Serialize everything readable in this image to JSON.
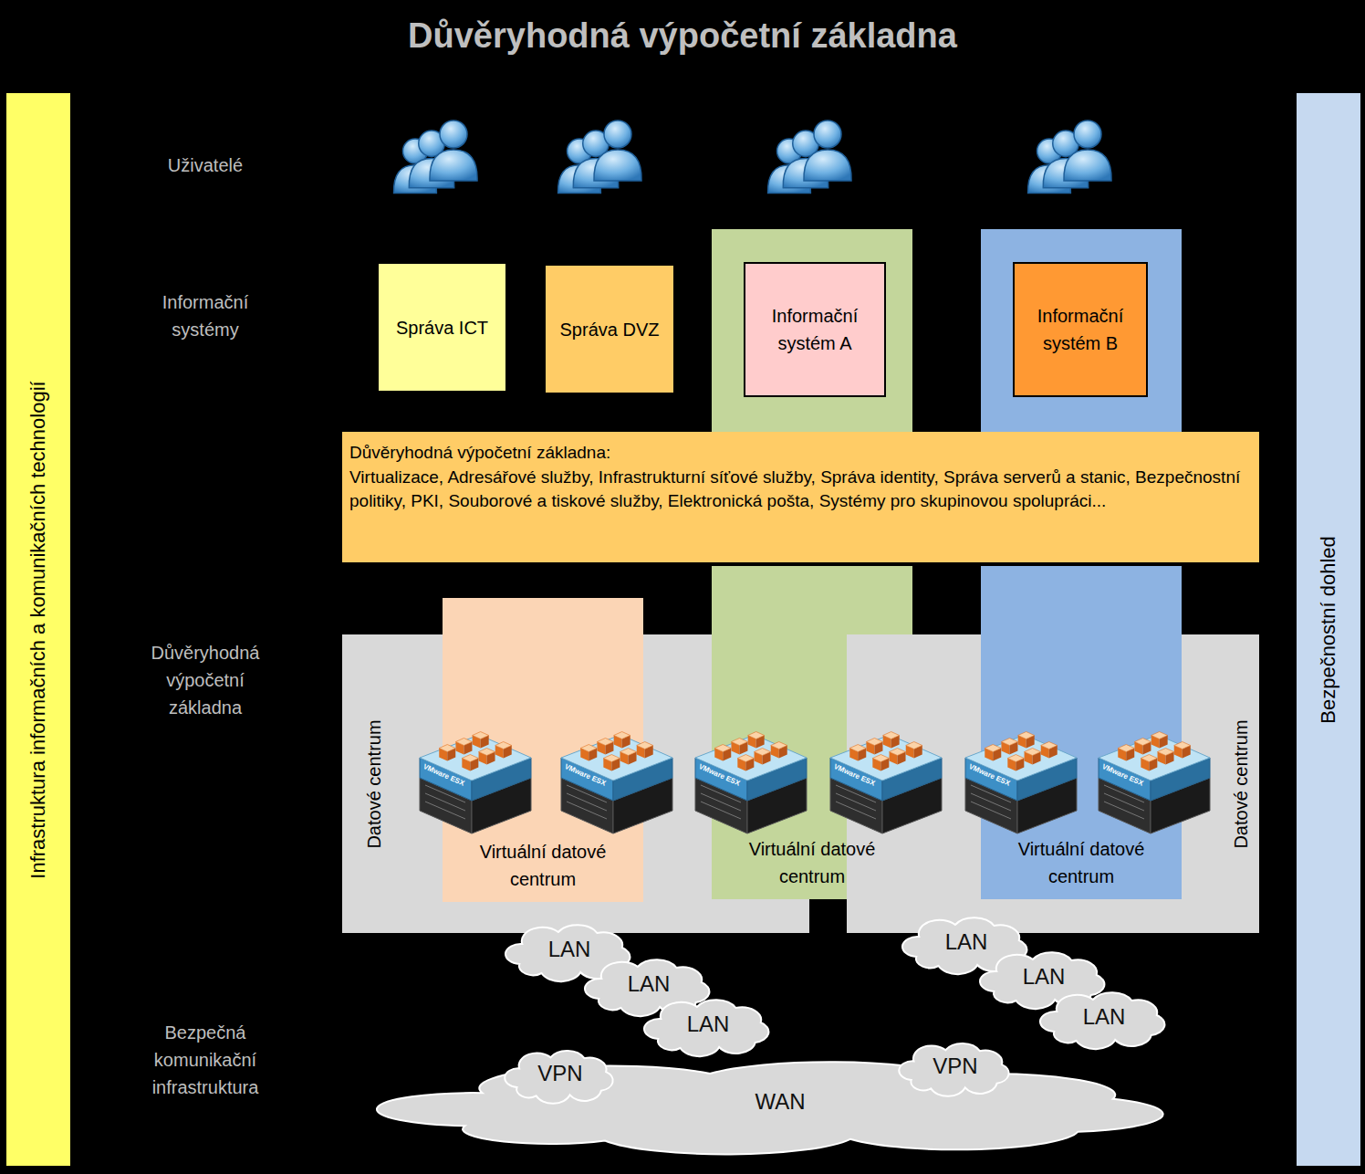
{
  "diagram": {
    "title": "Důvěryhodná výpočetní základna",
    "nodes": [
      {
        "text": [
          "Infrastruktura informačních a komunikačních technologií"
        ]
      },
      {
        "text": [
          "Správa ICT"
        ]
      },
      {
        "text": [
          "Správa DVZ"
        ]
      },
      {
        "text": [
          "Informační systém A"
        ]
      },
      {
        "text": [
          "Informační systém B"
        ]
      },
      {
        "text": [
          "Důvěryhodná výpočetní základna:",
          "Virtualizace, Adresářové služby, Infrastrukturní síťové služby, Správa identity, Správa serverů a stanic, Bezpečnostní politiky, PKI, Souborové a tiskové služby, Elektronická pošta, Systémy pro skupinovou spolupráci..."
        ]
      },
      {
        "text": [
          "Datové centrum"
        ]
      },
      {
        "text": [
          "Virtuální datové centrum"
        ],
        "in": 6
      },
      {
        "text": [
          "Virtuální datové centrum"
        ]
      },
      {
        "text": [
          "Datové centrum"
        ]
      },
      {
        "text": [
          "Virtuální datové centrum"
        ],
        "in": 9
      },
      {
        "text": [
          "LAN"
        ]
      },
      {
        "text": [
          "LAN"
        ]
      },
      {
        "text": [
          "LAN"
        ]
      },
      {
        "text": [
          "LAN"
        ]
      },
      {
        "text": [
          "LAN"
        ]
      },
      {
        "text": [
          "LAN"
        ]
      },
      {
        "text": [
          "WAN"
        ]
      },
      {
        "text": [
          "VPN"
        ]
      },
      {
        "text": [
          "VPN"
        ]
      },
      {
        "text": [
          "Bezpečnostní dohled"
        ]
      }
    ],
    "labels": [
      "Uživatelé",
      "Informační systémy",
      "Důvěryhodná výpočetní základna",
      "Bezpečná komunikační infrastruktura",
      "VMware ESX",
      "VMware ESX",
      "VMware ESX",
      "VMware ESX",
      "VMware ESX",
      "VMware ESX"
    ]
  }
}
